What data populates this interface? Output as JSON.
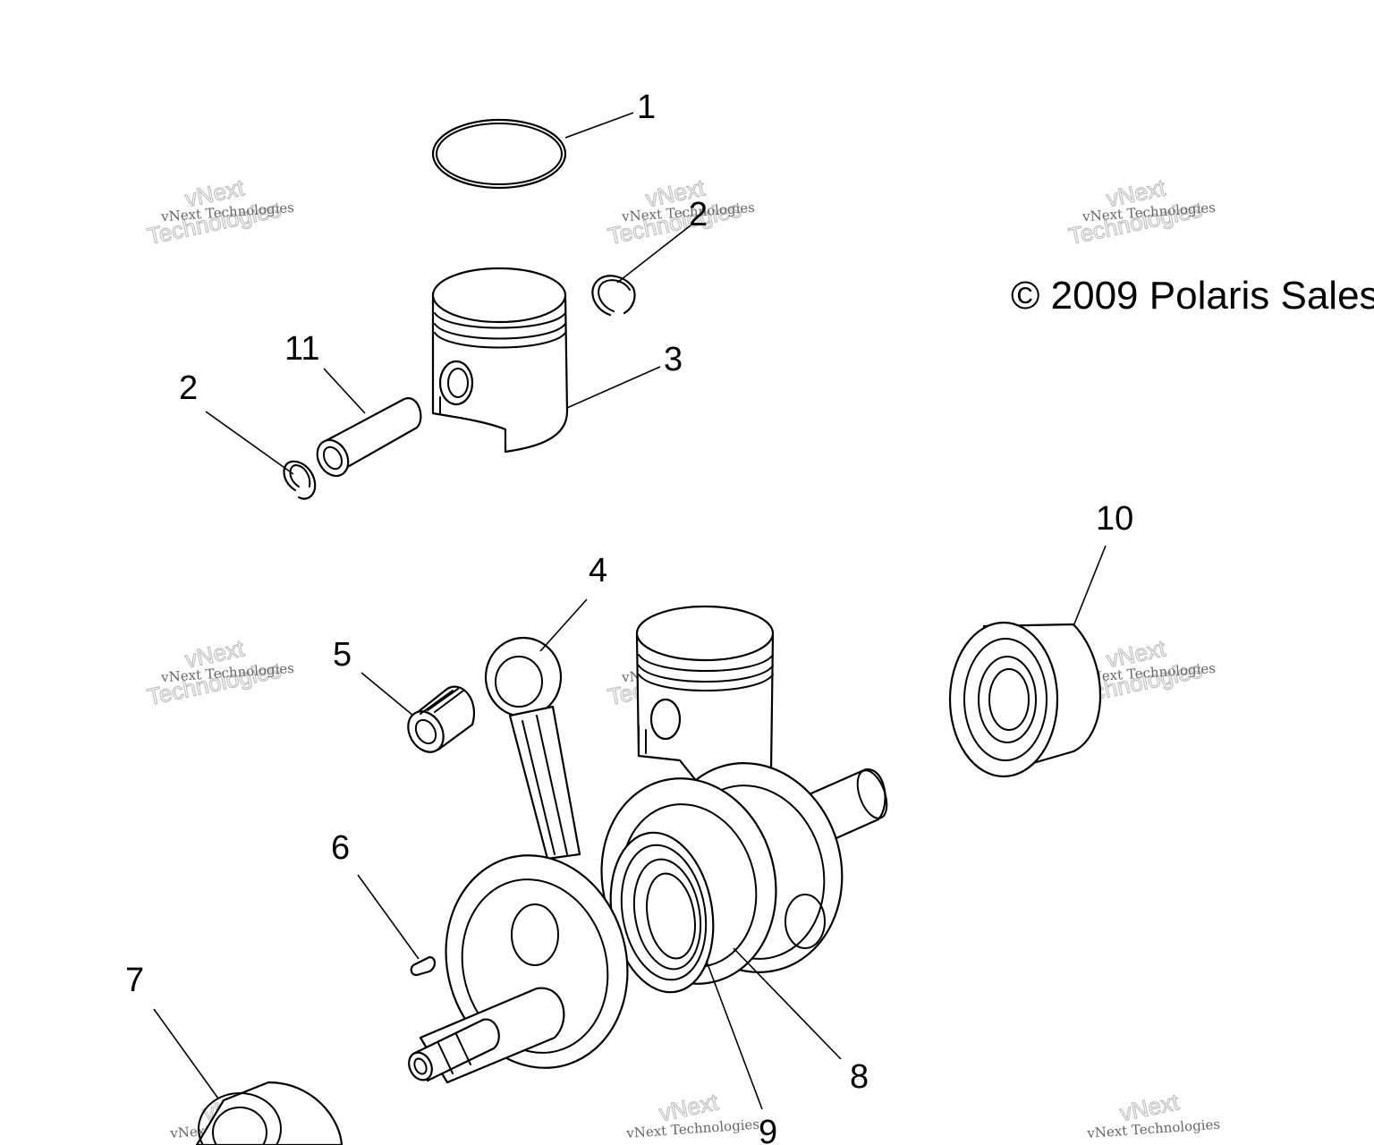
{
  "copyright": "© 2009 Polaris Sales",
  "callouts": [
    {
      "id": "1",
      "label": "1"
    },
    {
      "id": "2a",
      "label": "2"
    },
    {
      "id": "2b",
      "label": "2"
    },
    {
      "id": "3",
      "label": "3"
    },
    {
      "id": "4",
      "label": "4"
    },
    {
      "id": "5",
      "label": "5"
    },
    {
      "id": "6",
      "label": "6"
    },
    {
      "id": "7",
      "label": "7"
    },
    {
      "id": "8",
      "label": "8"
    },
    {
      "id": "9",
      "label": "9"
    },
    {
      "id": "10",
      "label": "10"
    },
    {
      "id": "11",
      "label": "11"
    }
  ],
  "watermark": {
    "small": "vNext Technologies",
    "big_line1": "vNext",
    "big_line2": "Technologies"
  }
}
